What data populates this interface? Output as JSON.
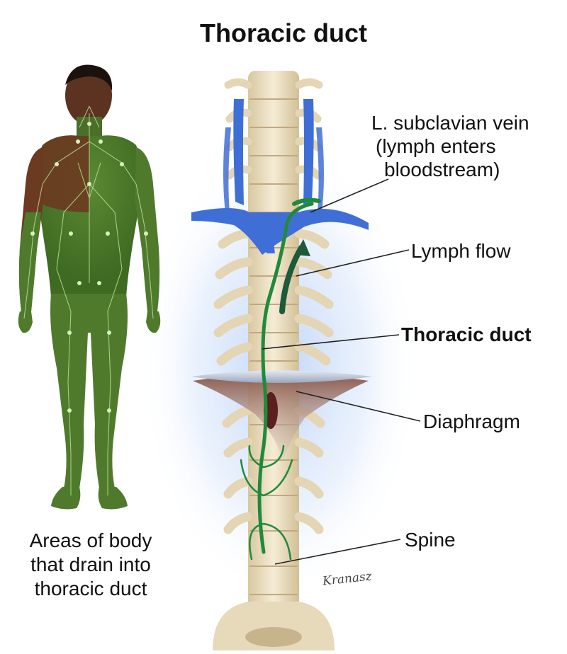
{
  "title": "Thoracic duct",
  "labels": {
    "subclavian_line1": "L. subclavian vein",
    "subclavian_line2": "(lymph enters",
    "subclavian_line3": "bloodstream)",
    "lymph_flow": "Lymph flow",
    "thoracic_duct": "Thoracic duct",
    "diaphragm": "Diaphragm",
    "spine": "Spine"
  },
  "caption": {
    "line1": "Areas of body",
    "line2": "that drain into",
    "line3": "thoracic duct"
  },
  "signature": "Kranasz",
  "colors": {
    "body_green": "#4f7a2c",
    "skin_brown": "#6b3a20",
    "bone": "#efe3c6",
    "bone_shadow": "#c9b58f",
    "vein_blue": "#3f6fd6",
    "duct_green": "#1f8a3b",
    "diaphragm": "#b9c2d4",
    "glow": "#cfe0fb"
  }
}
